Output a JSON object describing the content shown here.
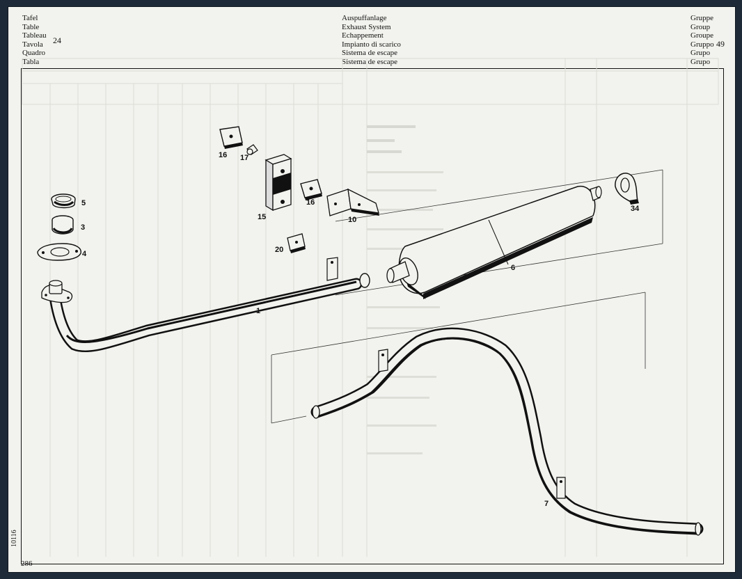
{
  "header": {
    "left_labels": [
      "Tafel",
      "Table",
      "Tableau",
      "Tavola",
      "Quadro",
      "Tabla"
    ],
    "table_number": "24",
    "center_labels": [
      "Auspuffanlage",
      "Exhaust System",
      "Echappement",
      "Impianto di scarico",
      "Sistema de escape",
      "Sistema de escape"
    ],
    "right_labels": [
      "Gruppe",
      "Group",
      "Groupe",
      "Gruppo",
      "Grupo",
      "Grupo"
    ],
    "group_number": "49"
  },
  "footer": {
    "vertical_code": "10116",
    "page_number": "286"
  },
  "callouts": {
    "c1": "1",
    "c3": "3",
    "c4": "4",
    "c5": "5",
    "c6": "6",
    "c7": "7",
    "c10": "10",
    "c15": "15",
    "c16a": "16",
    "c16b": "16",
    "c17": "17",
    "c20": "20",
    "c34": "34"
  },
  "colors": {
    "background": "#1f2a38",
    "paper": "#f2f2ee",
    "ink": "#111111"
  }
}
